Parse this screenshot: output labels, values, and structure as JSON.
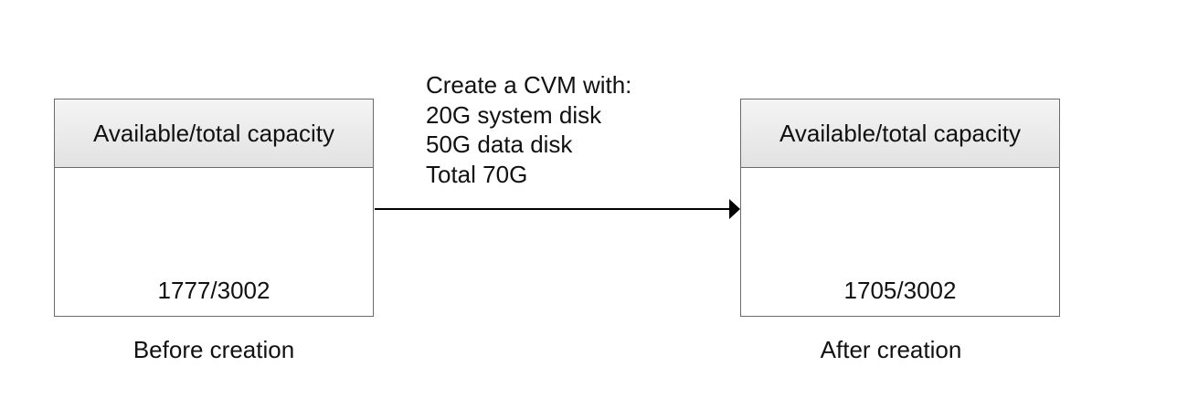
{
  "before": {
    "header": "Available/total capacity",
    "value": "1777/3002",
    "caption": "Before creation"
  },
  "after": {
    "header": "Available/total capacity",
    "value": "1705/3002",
    "caption": "After creation"
  },
  "note": {
    "lines": [
      "Create a CVM with:",
      "20G system disk",
      "50G data disk",
      "Total 70G"
    ]
  }
}
